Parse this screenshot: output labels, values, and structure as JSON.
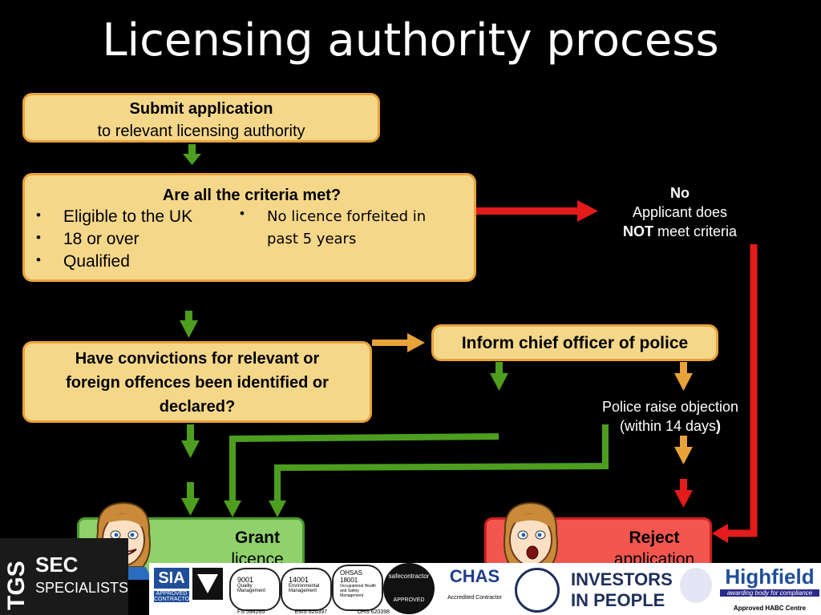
{
  "title": "Licensing authority process",
  "submit": {
    "line1": "Submit application",
    "line2": "to relevant licensing authority"
  },
  "criteria": {
    "heading": "Are all the criteria met?",
    "left_items": [
      "Eligible to the UK",
      "18 or over",
      "Qualified"
    ],
    "right_item_line1": "No licence forfeited in",
    "right_item_line2": "past 5 years",
    "bullet": "•"
  },
  "no_branch": {
    "line1": "No",
    "line2": "Applicant does",
    "line3_bold": "NOT",
    "line3_rest": " meet criteria"
  },
  "convictions": {
    "line1": "Have convictions for relevant or",
    "line2": "foreign offences been identified or",
    "line3": "declared?"
  },
  "inform_police": "Inform chief officer of police",
  "objection": {
    "line1": "Police raise objection",
    "line2": "(within 14 days",
    "line2_bold": ")"
  },
  "grant": {
    "line1": "Grant",
    "line2": "licence"
  },
  "reject": {
    "line1": "Reject",
    "line2": "application"
  },
  "logos": {
    "tgs_left": "TGS",
    "tgs_sec": "SEC",
    "tgs_specialists": "SPECIALISTS",
    "sia": "SIA",
    "sia_sub1": "APPROVED",
    "sia_sub2": "CONTRACTOR",
    "iso1": "9001",
    "iso1_sub": "Quality Management",
    "iso2": "14001",
    "iso2_sub": "Environmental Management",
    "iso3": "OHSAS 18001",
    "iso3_sub": "Occupational Health and Safety Management",
    "codes": [
      "FS 594265",
      "EMS 620397",
      "OHS 620398"
    ],
    "safecontractor": "safecontractor",
    "safecontractor_sub": "APPROVED",
    "chas": "CHAS",
    "chas_sub": "Accredited Contractor",
    "iip1": "INVESTORS",
    "iip2": "IN PEOPLE",
    "highfield": "Highfield",
    "highfield_tag": "awarding body for compliance",
    "highfield_sub": "Approved HABC Centre"
  },
  "colors": {
    "box_fill": "#f5d78a",
    "box_border": "#e8a23a",
    "grant": "#8fd16b",
    "reject": "#f2564f",
    "green_arrow": "#4d9e1f",
    "red_arrow": "#e31b1b",
    "orange_arrow": "#e8a23a"
  }
}
